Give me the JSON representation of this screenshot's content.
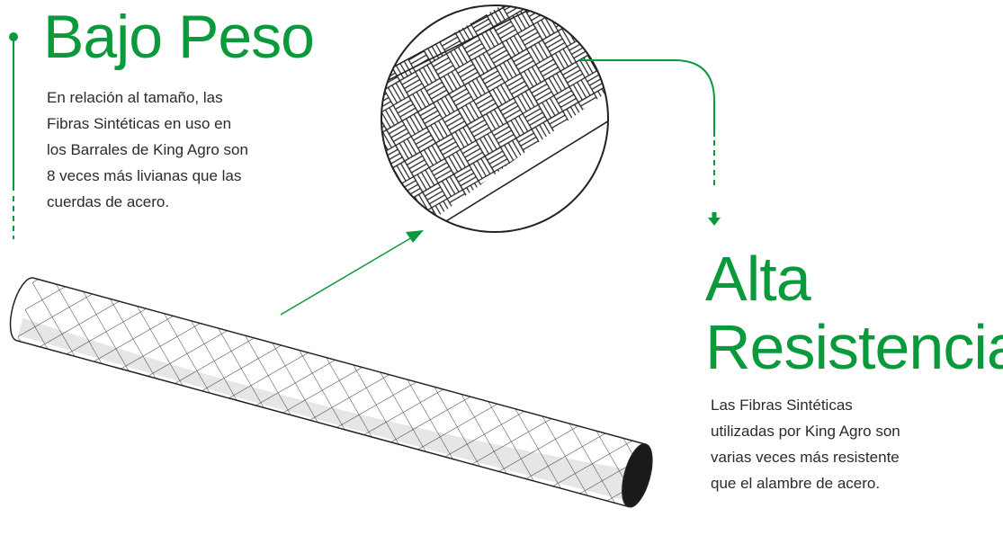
{
  "left_panel": {
    "title": "Bajo Peso",
    "lines": [
      "En relación al tamaño, las",
      "Fibras Sintéticas en uso en",
      "los Barrales de King Agro son",
      "8 veces más livianas que las",
      "cuerdas de acero."
    ]
  },
  "right_panel": {
    "title_lines": [
      "Alta",
      "Resistencia"
    ],
    "lines": [
      "Las Fibras Sintéticas",
      "utilizadas por King Agro son",
      "varias veces más resistente",
      "que el alambre de acero."
    ]
  },
  "colors": {
    "accent": "#0a9a3c",
    "text": "#2b2b2b"
  }
}
